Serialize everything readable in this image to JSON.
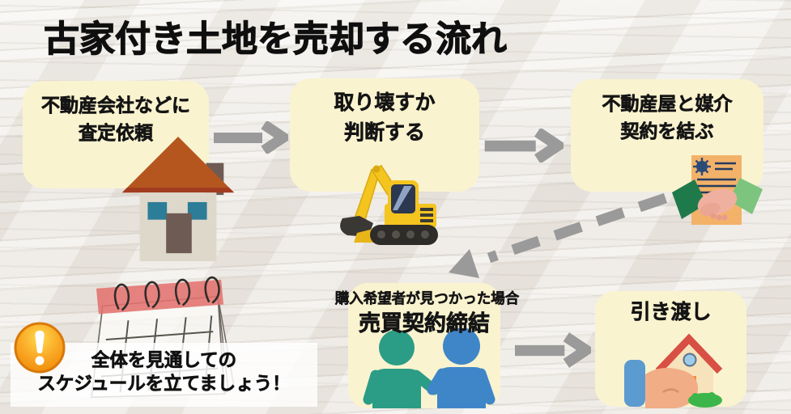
{
  "title": "古家付き土地を売却する流れ",
  "palette": {
    "box_bg": "#faf3cf",
    "arrow_gray": "#9a9a9a",
    "title_color": "#0f0f0f",
    "note_panel_bg": "#ffffff",
    "warning_orange": "#f7941d",
    "wood_bg": "#eae6e0",
    "person_left": "#2b9c86",
    "person_right": "#3f86c8",
    "roof_orange": "#b4561e",
    "excavator_yellow": "#f4c41f",
    "calendar_red": "#e2726e"
  },
  "steps": [
    {
      "name": "request-appraisal",
      "line1": "不動産会社などに",
      "line2": "査定依頼",
      "icon": "house-icon"
    },
    {
      "name": "decide-demolition",
      "line1": "取り壊すか",
      "line2": "判断する",
      "icon": "excavator-icon"
    },
    {
      "name": "sign-brokerage-contract",
      "line1": "不動産屋と媒介",
      "line2": "契約を結ぶ",
      "icon": "contract-handshake-icon"
    },
    {
      "name": "conclude-sales-contract",
      "pre_label": "購入希望者が見つかった場合",
      "label": "売買契約締結",
      "icon": "people-holding-hands-icon"
    },
    {
      "name": "handover",
      "label": "引き渡し",
      "icon": "hand-offering-house-icon"
    }
  ],
  "note": {
    "icon": "warning-icon",
    "calendar_icon": "flip-calendar-icon",
    "line1": "全体を見通しての",
    "line2": "スケジュールを立てましょう！"
  },
  "connectors": {
    "solid_arrow_icon": "arrow-right-icon",
    "dashed_arrow_icon": "dashed-arrow-down-left-icon"
  }
}
